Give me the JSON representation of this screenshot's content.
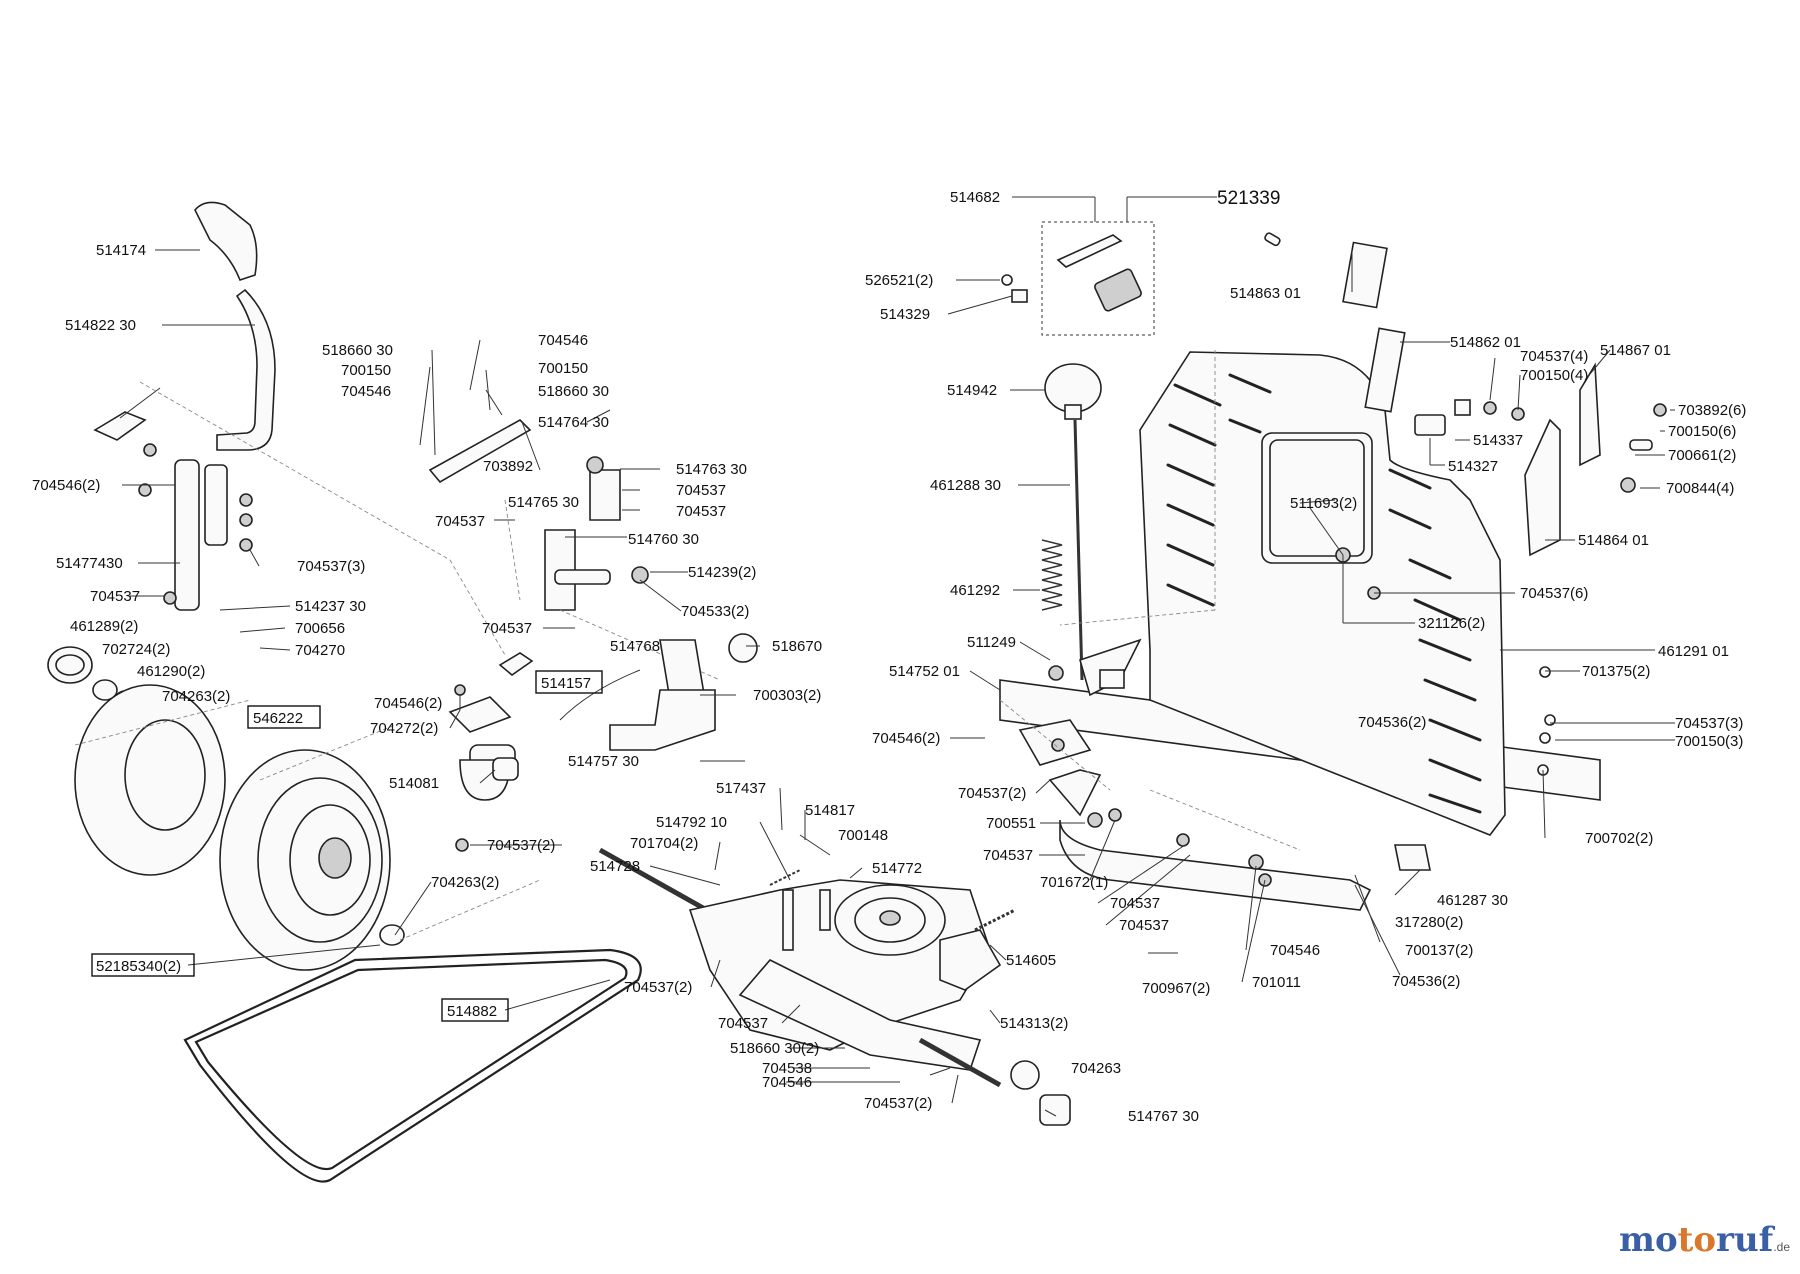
{
  "labels": {
    "l514682": "514682",
    "l521339": "521339",
    "l526521": "526521(2)",
    "l514329": "514329",
    "l514863": "514863 01",
    "l514862": "514862 01",
    "l514174": "514174",
    "l514822": "514822 30",
    "l518660a": "518660 30",
    "l700150a": "700150",
    "l704546a": "704546",
    "l704546b": "704546",
    "l700150b": "700150",
    "l518660b": "518660 30",
    "l514764": "514764 30",
    "l703892a": "703892",
    "l514763": "514763 30",
    "l704537a": "704537",
    "l704537b": "704537",
    "l514765": "514765 30",
    "l704537c": "704537",
    "l514760": "514760 30",
    "l514239": "514239(2)",
    "l704533": "704533(2)",
    "l704546c": "704546(2)",
    "l514774": "51477430",
    "l704537d": "704537(3)",
    "l704537e": "704537",
    "l514237": "514237 30",
    "l461289": "461289(2)",
    "l700656": "700656",
    "l702724": "702724(2)",
    "l704270": "704270",
    "l461290": "461290(2)",
    "l704263a": "704263(2)",
    "l546222": "546222",
    "l704537f": "704537",
    "l514768": "514768",
    "l518670": "518670",
    "l514157": "514157",
    "l700303": "700303(2)",
    "l704546d": "704546(2)",
    "l704272": "704272(2)",
    "l514757": "514757 30",
    "l514081": "514081",
    "l704537g": "704537(2)",
    "l704263b": "704263(2)",
    "l52185340": "52185340(2)",
    "l514882": "514882",
    "l517437": "517437",
    "l514817": "514817",
    "l514792": "514792 10",
    "l701704": "701704(2)",
    "l700148": "700148",
    "l514728": "514728",
    "l514772": "514772",
    "l514605": "514605",
    "l704537h": "704537(2)",
    "l704537i": "704537",
    "l514313": "514313(2)",
    "l518660c": "518660 30(2)",
    "l704538": "704538",
    "l704546e": "704546",
    "l704263c": "704263",
    "l704537j": "704537(2)",
    "l514767": "514767 30",
    "l514942": "514942",
    "l461288": "461288 30",
    "l461292": "461292",
    "l511249": "511249",
    "l514752": "514752 01",
    "l704546f": "704546(2)",
    "l704537k": "704537(2)",
    "l700551": "700551",
    "l704537l": "704537",
    "l701672": "701672(1)",
    "l704537m": "704537",
    "l704537n": "704537",
    "l700967": "700967(2)",
    "l704546g": "704546",
    "l701011": "701011",
    "l700137": "700137(2)",
    "l704536a": "704536(2)",
    "l317280": "317280(2)",
    "l461287": "461287 30",
    "l704536b": "704536(2)",
    "l704537o": "704537(3)",
    "l700150c": "700150(3)",
    "l700702": "700702(2)",
    "l701375": "701375(2)",
    "l461291": "461291 01",
    "l321126": "321126(2)",
    "l704537p": "704537(6)",
    "l511693": "511693(2)",
    "l514864": "514864 01",
    "l700844": "700844(4)",
    "l700661": "700661(2)",
    "l700150d": "700150(6)",
    "l703892b": "703892(6)",
    "l514867": "514867 01",
    "l704537q": "704537(4)",
    "l700150e": "700150(4)",
    "l514337": "514337",
    "l514327": "514327"
  },
  "watermark": {
    "part1": "mo",
    "part2": "to",
    "part3": "ruf",
    "suffix": ".de"
  }
}
